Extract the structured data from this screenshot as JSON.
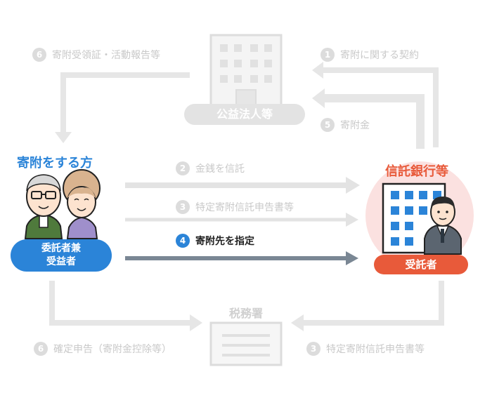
{
  "donor": {
    "title": "寄附をする方",
    "role_line1": "委託者兼",
    "role_line2": "受益者"
  },
  "trustee": {
    "title": "信託銀行等",
    "role": "受託者"
  },
  "public_corp": {
    "label": "公益法人等"
  },
  "tax_office": {
    "label": "税務署"
  },
  "steps": [
    {
      "num": "1",
      "label": "寄附に関する契約"
    },
    {
      "num": "2",
      "label": "金銭を信託"
    },
    {
      "num": "3",
      "label": "特定寄附信託申告書等"
    },
    {
      "num": "4",
      "label": "寄附先を指定"
    },
    {
      "num": "5",
      "label": "寄附金"
    },
    {
      "num": "6",
      "label": "寄附受領証・活動報告等"
    },
    {
      "num": "6",
      "label": "確定申告（寄附金控除等）"
    },
    {
      "num": "3",
      "label": "特定寄附信託申告書等"
    }
  ],
  "colors": {
    "accent_blue": "#2b84d8",
    "accent_red": "#e85a3a",
    "inactive": "#dcdcdc",
    "active_arrow": "#7a8794"
  }
}
